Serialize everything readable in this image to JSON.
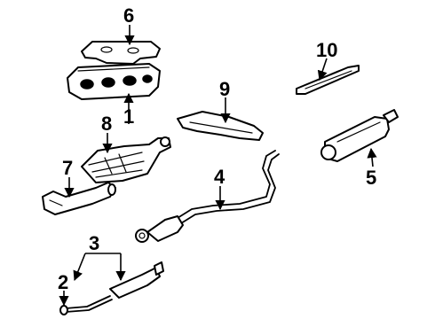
{
  "diagram": {
    "callouts": [
      {
        "key": "c1",
        "number": "1"
      },
      {
        "key": "c2",
        "number": "2"
      },
      {
        "key": "c3",
        "number": "3"
      },
      {
        "key": "c4",
        "number": "4"
      },
      {
        "key": "c5",
        "number": "5"
      },
      {
        "key": "c6",
        "number": "6"
      },
      {
        "key": "c7",
        "number": "7"
      },
      {
        "key": "c8",
        "number": "8"
      },
      {
        "key": "c9",
        "number": "9"
      },
      {
        "key": "c10",
        "number": "10"
      }
    ]
  }
}
